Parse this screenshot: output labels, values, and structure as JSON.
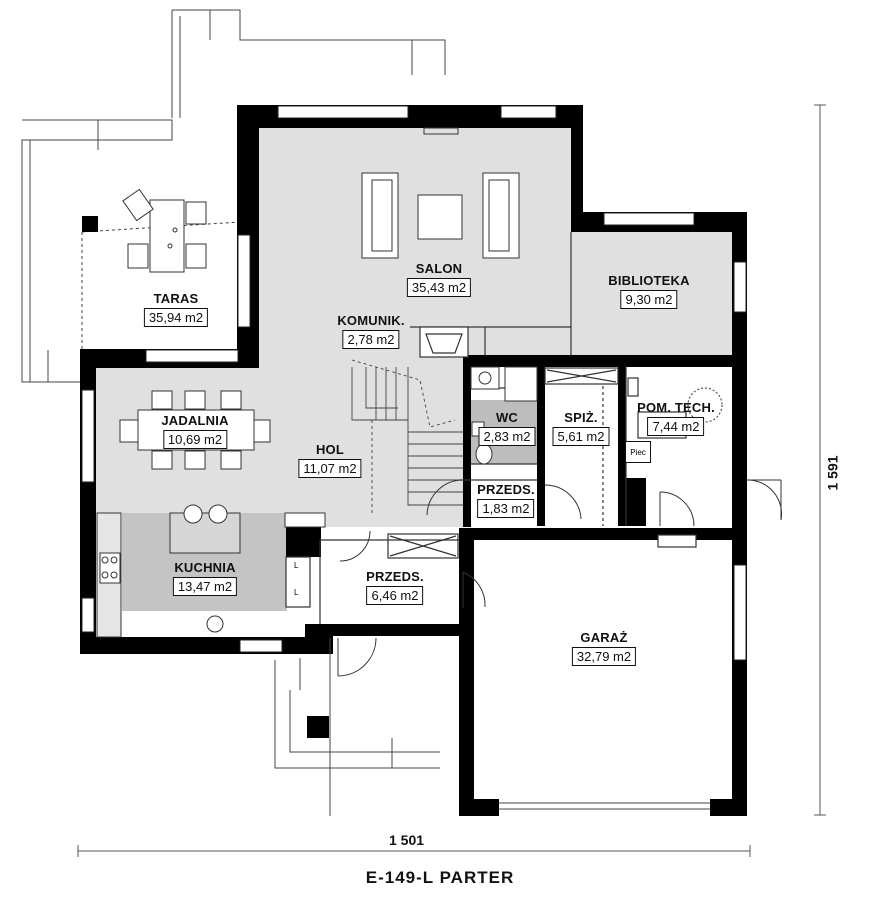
{
  "title": "E-149-L PARTER",
  "dimensions": {
    "width": "1 501",
    "height": "1 591"
  },
  "rooms": [
    {
      "id": "taras",
      "name": "TARAS",
      "area": "35,94 m2"
    },
    {
      "id": "salon",
      "name": "SALON",
      "area": "35,43 m2"
    },
    {
      "id": "biblioteka",
      "name": "BIBLIOTEKA",
      "area": "9,30 m2"
    },
    {
      "id": "komunik",
      "name": "KOMUNIK.",
      "area": "2,78 m2"
    },
    {
      "id": "jadalnia",
      "name": "JADALNIA",
      "area": "10,69 m2"
    },
    {
      "id": "hol",
      "name": "HOL",
      "area": "11,07 m2"
    },
    {
      "id": "wc",
      "name": "WC",
      "area": "2,83 m2"
    },
    {
      "id": "spiz",
      "name": "SPIŻ.",
      "area": "5,61 m2"
    },
    {
      "id": "pom-tech",
      "name": "POM. TECH.",
      "area": "7,44 m2"
    },
    {
      "id": "przeds-small",
      "name": "PRZEDS.",
      "area": "1,83 m2"
    },
    {
      "id": "kuchnia",
      "name": "KUCHNIA",
      "area": "13,47 m2"
    },
    {
      "id": "przeds-main",
      "name": "PRZEDS.",
      "area": "6,46 m2"
    },
    {
      "id": "garaz",
      "name": "GARAŻ",
      "area": "32,79 m2"
    }
  ],
  "fixtures": {
    "stove_label": "Piec",
    "hanger_label": "L"
  },
  "colors": {
    "floor": "#e0e0e0",
    "kitchen": "#c4c4c4",
    "wc": "#bdbdbd",
    "wall": "#000000",
    "line": "#333333"
  }
}
